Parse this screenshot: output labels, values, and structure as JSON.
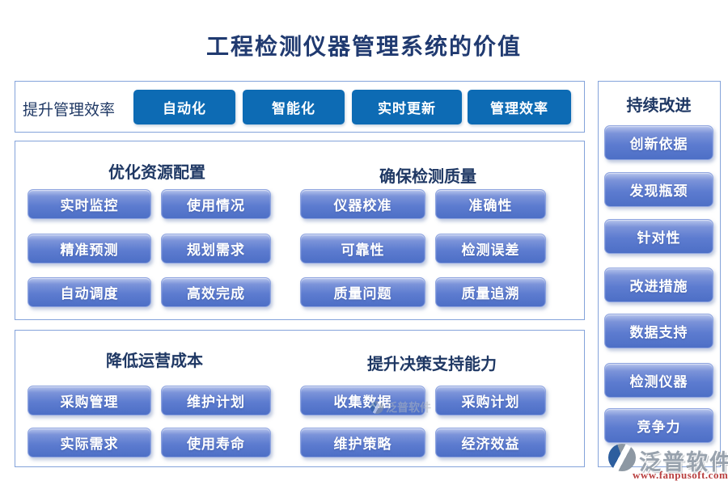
{
  "title": "工程检测仪器管理系统的价值",
  "top_section": {
    "label": "提升管理效率",
    "buttons": [
      "自动化",
      "智能化",
      "实时更新",
      "管理效率"
    ]
  },
  "groups": {
    "resource": {
      "title": "优化资源配置",
      "buttons": [
        "实时监控",
        "使用情况",
        "精准预测",
        "规划需求",
        "自动调度",
        "高效完成"
      ]
    },
    "quality": {
      "title": "确保检测质量",
      "buttons": [
        "仪器校准",
        "准确性",
        "可靠性",
        "检测误差",
        "质量问题",
        "质量追溯"
      ]
    },
    "cost": {
      "title": "降低运营成本",
      "buttons": [
        "采购管理",
        "维护计划",
        "实际需求",
        "使用寿命"
      ]
    },
    "decision": {
      "title": "提升决策支持能力",
      "buttons": [
        "收集数据",
        "采购计划",
        "维护策略",
        "经济效益"
      ]
    }
  },
  "sidebar": {
    "title": "持续改进",
    "buttons": [
      "创新依据",
      "发现瓶颈",
      "针对性",
      "改进措施",
      "数据支持",
      "检测仪器",
      "竞争力"
    ]
  },
  "branding": {
    "watermark_text": "泛普软件",
    "logo_text": "泛普软件",
    "url": "www.fanpusoft.com"
  },
  "colors": {
    "heading": "#1f3864",
    "solid_button": "#0d6bb4",
    "gradient_button_top": "#b6c4ec",
    "gradient_button_bottom": "#4d6fc6",
    "box_border": "#84a3da",
    "url_red": "#b94040",
    "logo_grey": "#98a2ad",
    "logo_blue": "#2d5e9e"
  }
}
